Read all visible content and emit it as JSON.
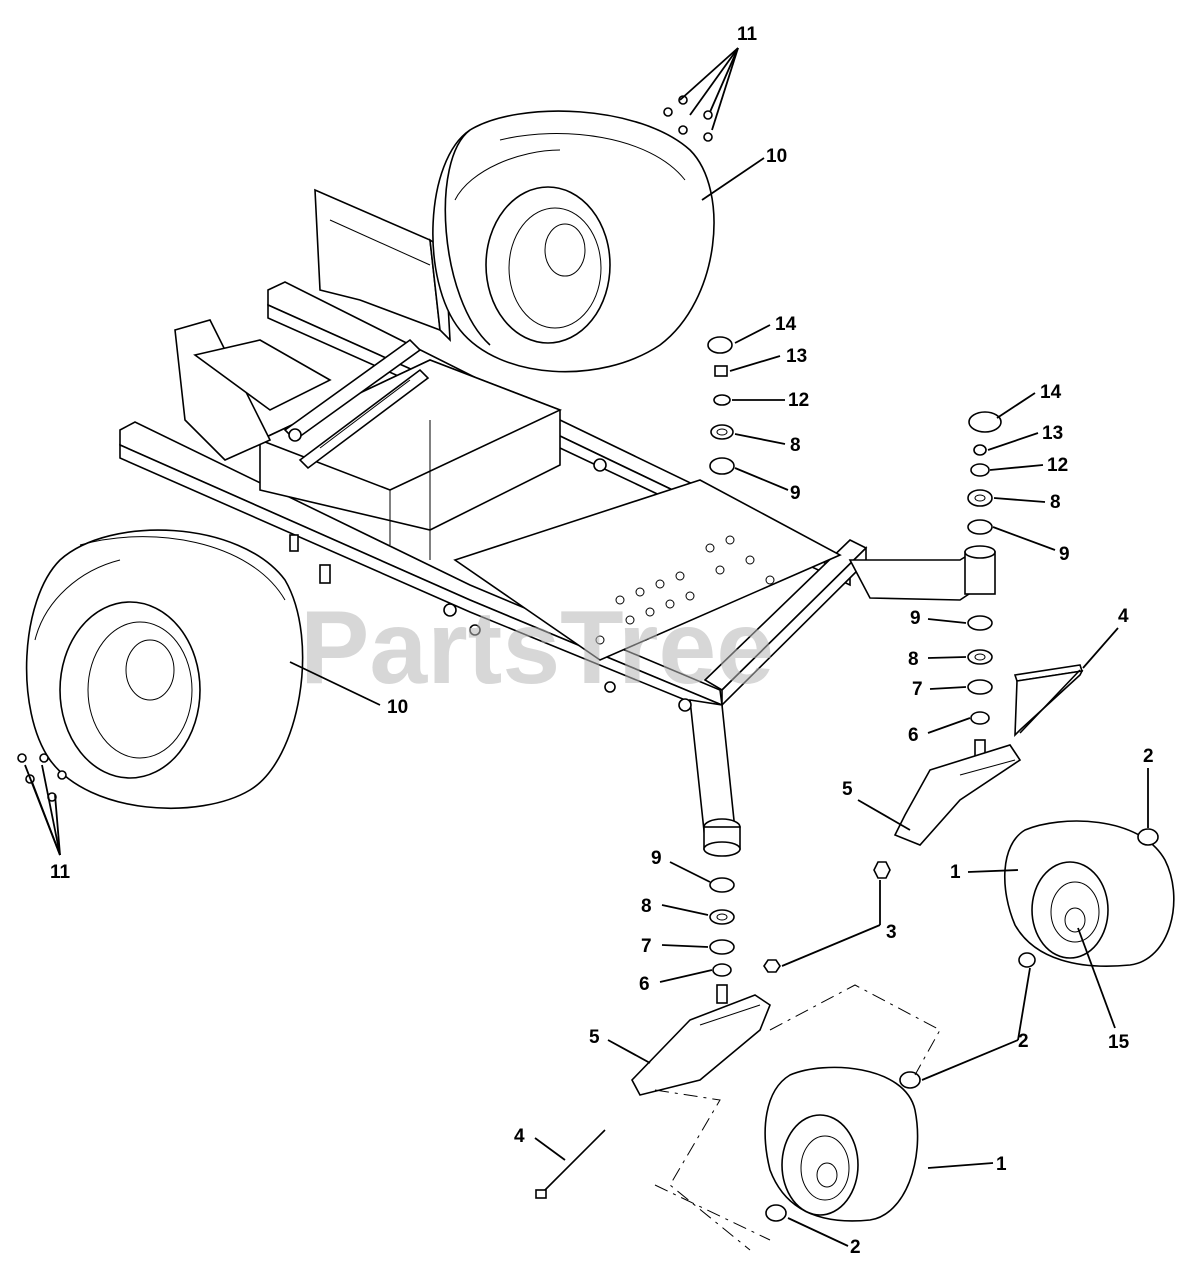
{
  "watermark": "PartsTree",
  "callouts": {
    "c1a": "1",
    "c1b": "1",
    "c2a": "2",
    "c2b": "2",
    "c2c": "2",
    "c3": "3",
    "c4a": "4",
    "c4b": "4",
    "c5a": "5",
    "c5b": "5",
    "c6a": "6",
    "c6b": "6",
    "c7a": "7",
    "c7b": "7",
    "c8a": "8",
    "c8b": "8",
    "c8c": "8",
    "c8d": "8",
    "c9a": "9",
    "c9b": "9",
    "c9c": "9",
    "c9d": "9",
    "c10a": "10",
    "c10b": "10",
    "c11a": "11",
    "c11b": "11",
    "c12a": "12",
    "c12b": "12",
    "c13a": "13",
    "c13b": "13",
    "c14a": "14",
    "c14b": "14",
    "c15": "15"
  }
}
